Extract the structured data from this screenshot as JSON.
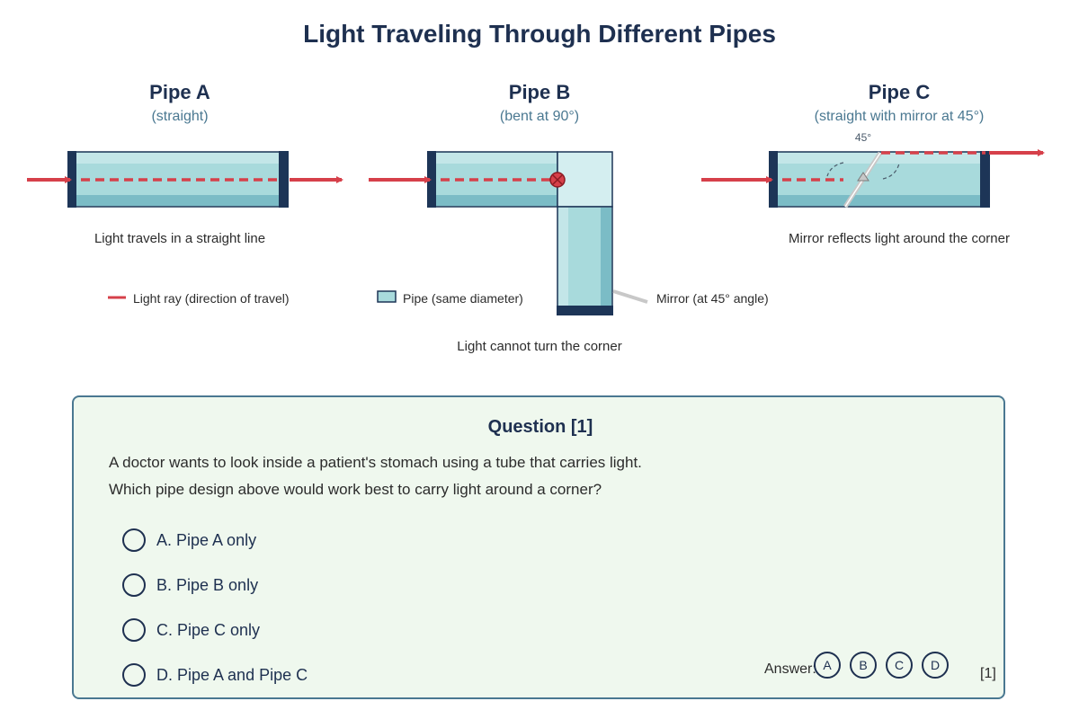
{
  "title": "Light Traveling Through Different Pipes",
  "pipes": [
    {
      "name": "Pipe A",
      "subtitle": "(straight)",
      "caption": "Light travels in a straight line"
    },
    {
      "name": "Pipe B",
      "subtitle": "(bent at 90°)",
      "caption": "Light cannot turn the corner"
    },
    {
      "name": "Pipe C",
      "subtitle": "(straight with mirror at 45°)",
      "caption": "Mirror reflects light around the corner",
      "angle_label": "45°"
    }
  ],
  "legend": {
    "light_ray": "Light ray (direction of travel)",
    "pipe": "Pipe (same diameter)",
    "mirror": "Mirror (at 45° angle)"
  },
  "colors": {
    "light": "#d6404a",
    "pipe_fill": "#a8dadc",
    "pipe_dark": "#7bbcc6",
    "pipe_light": "#c3e6e8",
    "pipe_cap": "#1d3557",
    "mirror": "#c8c8c8",
    "box_bg": "#eff8ee",
    "box_border": "#4a7891"
  },
  "question": {
    "title": "Question [1]",
    "line1": "A doctor wants to look inside a patient's stomach using a tube that carries light.",
    "line2": "Which pipe design above would work best to carry light around a corner?",
    "options": [
      "A. Pipe A only",
      "B. Pipe B only",
      "C. Pipe C only",
      "D. Pipe A and Pipe C"
    ],
    "answer_label": "Answer:",
    "answer_choices": [
      "A",
      "B",
      "C",
      "D"
    ],
    "marks": "[1]"
  }
}
